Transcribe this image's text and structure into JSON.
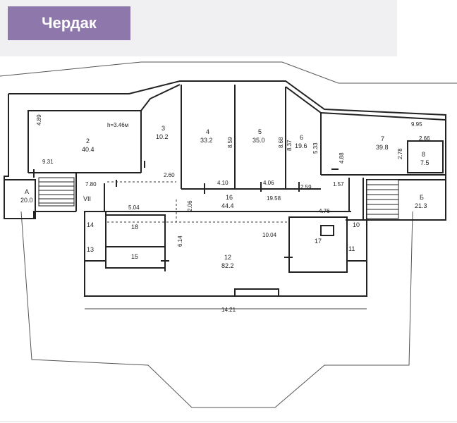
{
  "title": "Чердак",
  "ceiling_note": "h=3.46м",
  "rooms": [
    {
      "id": "plan-room-2",
      "number": "2",
      "area": "40.4"
    },
    {
      "id": "plan-room-3",
      "number": "3",
      "area": "10.2"
    },
    {
      "id": "plan-room-4",
      "number": "4",
      "area": "33.2"
    },
    {
      "id": "plan-room-5",
      "number": "5",
      "area": "35.0"
    },
    {
      "id": "plan-room-6",
      "number": "6",
      "area": "19.6"
    },
    {
      "id": "plan-room-7",
      "number": "7",
      "area": "39.8"
    },
    {
      "id": "plan-room-8",
      "number": "8",
      "area": "7.5"
    },
    {
      "id": "plan-room-A",
      "number": "A",
      "area": "20.0"
    },
    {
      "id": "plan-room-B",
      "number": "Б",
      "area": "21.3"
    },
    {
      "id": "plan-room-16",
      "number": "16",
      "area": "44.4"
    },
    {
      "id": "plan-room-12",
      "number": "12",
      "area": "82.2"
    },
    {
      "id": "plan-room-18",
      "number": "18",
      "area": ""
    },
    {
      "id": "plan-room-15",
      "number": "15",
      "area": ""
    },
    {
      "id": "plan-room-17",
      "number": "17",
      "area": ""
    },
    {
      "id": "plan-room-14",
      "number": "14",
      "area": ""
    },
    {
      "id": "plan-room-13",
      "number": "13",
      "area": ""
    },
    {
      "id": "plan-room-10",
      "number": "10",
      "area": ""
    },
    {
      "id": "plan-room-11",
      "number": "11",
      "area": ""
    }
  ],
  "stair_label": "VII",
  "dimensions": [
    "4.89",
    "9.31",
    "2.60",
    "8.59",
    "8.68",
    "8.37",
    "5.33",
    "4.10",
    "4.06",
    "2.59",
    "4.88",
    "9.95",
    "2.66",
    "2.78",
    "1.57",
    "7.80",
    "5.04",
    "2.06",
    "19.58",
    "4.76",
    "6.14",
    "10.04",
    "14.21"
  ]
}
